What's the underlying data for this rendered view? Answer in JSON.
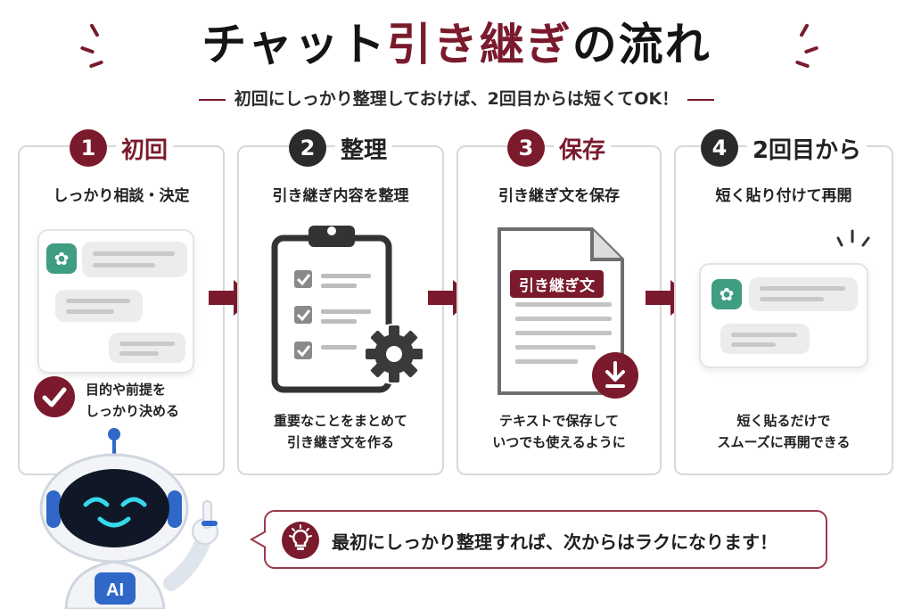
{
  "title": {
    "part1": "チャット",
    "part2": "引き継ぎ",
    "part3": "の流れ"
  },
  "subtitle": "初回にしっかり整理しておけば、2回目からは短くてOK！",
  "steps": [
    {
      "num": "1",
      "title": "初回",
      "sub": "しっかり相談・決定",
      "note_line1": "目的や前提を",
      "note_line2": "しっかり決める"
    },
    {
      "num": "2",
      "title": "整理",
      "sub": "引き継ぎ内容を整理",
      "desc_line1": "重要なことをまとめて",
      "desc_line2": "引き継ぎ文を作る"
    },
    {
      "num": "3",
      "title": "保存",
      "sub": "引き継ぎ文を保存",
      "doc_label": "引き継ぎ文",
      "desc_line1": "テキストで保存して",
      "desc_line2": "いつでも使えるように"
    },
    {
      "num": "4",
      "title": "2回目から",
      "sub": "短く貼り付けて再開",
      "desc_line1": "短く貼るだけで",
      "desc_line2": "スムーズに再開できる"
    }
  ],
  "callout": "最初にしっかり整理すれば、次からはラクになります！",
  "robot_badge": "AI",
  "icons": [
    "chatgpt-logo-icon",
    "checkmark-icon",
    "clipboard-checklist-icon",
    "gear-icon",
    "document-icon",
    "download-icon",
    "lightbulb-icon",
    "arrow-right-icon",
    "robot-mascot"
  ],
  "colors": {
    "accent": "#7a1a2c",
    "dark": "#2b2b2b",
    "chatgpt_green": "#3f9d82",
    "border": "#d8d8d8"
  }
}
